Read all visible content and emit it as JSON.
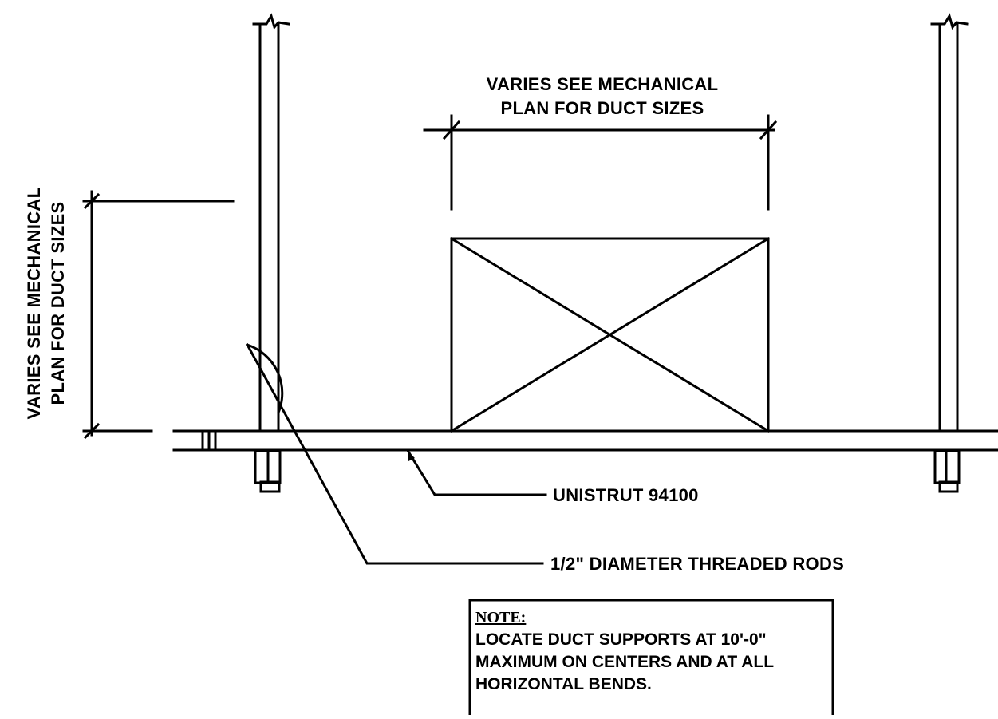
{
  "dimensions": {
    "horizontal": {
      "line1": "VARIES SEE MECHANICAL",
      "line2": "PLAN FOR DUCT SIZES"
    },
    "vertical": {
      "line1": "VARIES SEE MECHANICAL",
      "line2": "PLAN FOR DUCT SIZES"
    }
  },
  "callouts": {
    "unistrut": "UNISTRUT 94100",
    "rods": "1/2\" DIAMETER THREADED RODS"
  },
  "note": {
    "title": "NOTE:",
    "lines": [
      "LOCATE DUCT SUPPORTS AT 10'-0\"",
      "MAXIMUM ON CENTERS AND AT ALL",
      "HORIZONTAL BENDS."
    ]
  }
}
